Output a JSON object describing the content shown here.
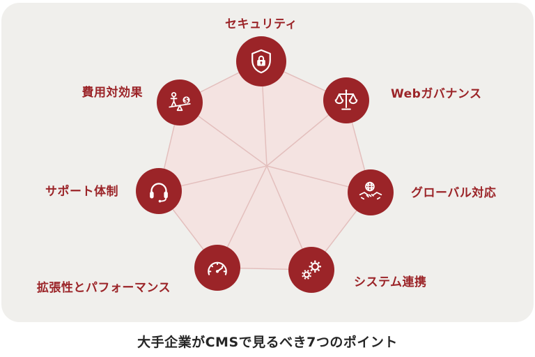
{
  "caption": "大手企業がCMSで見るべき7つのポイント",
  "colors": {
    "accent": "#9b2428",
    "card_background": "#f0efec",
    "web_fill": "#f4e1e0",
    "web_line": "#e3bfbd",
    "icon_color": "#ffffff"
  },
  "diagram": {
    "items": [
      {
        "label": "セキュリティ",
        "icon": "shield-lock-icon",
        "position": "top"
      },
      {
        "label": "Webガバナンス",
        "icon": "scales-icon",
        "position": "upper-right"
      },
      {
        "label": "グローバル対応",
        "icon": "handshake-globe-icon",
        "position": "right"
      },
      {
        "label": "システム連携",
        "icon": "gears-icon",
        "position": "lower-right"
      },
      {
        "label": "拡張性とパフォーマンス",
        "icon": "gauge-icon",
        "position": "lower-left"
      },
      {
        "label": "サポート体制",
        "icon": "headset-icon",
        "position": "left"
      },
      {
        "label": "費用対効果",
        "icon": "person-coin-balance-icon",
        "position": "upper-left"
      }
    ]
  }
}
